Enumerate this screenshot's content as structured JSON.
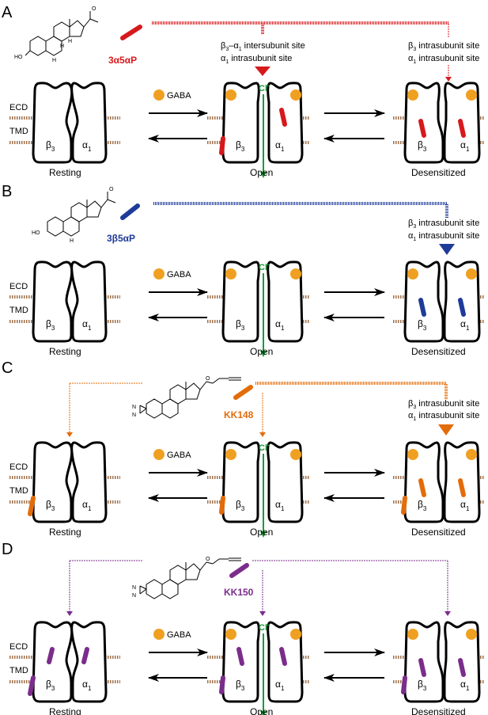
{
  "colors": {
    "red": "#d7191c",
    "blue": "#1f3b99",
    "orange": "#e36c0a",
    "purple": "#7b2d8b",
    "gaba": "#f0a020",
    "chloride": "#1a9a3a",
    "membrane": "#a0704a"
  },
  "common": {
    "ecd": "ECD",
    "tmd": "TMD",
    "beta": "β",
    "alpha": "α",
    "sub3": "3",
    "sub1": "1",
    "gaba": "GABA",
    "cl": "Cl",
    "cl_sup": "-",
    "resting": "Resting",
    "open": "Open",
    "desensitized": "Desensitized"
  },
  "panels": [
    {
      "letter": "A",
      "steroid": "3α5αP",
      "site_open_line1_pre": "β",
      "site_open_line1_post": "–α",
      "site_open_line1_end": " intersubunit site",
      "site_open_line2_pre": "α",
      "site_open_line2_end": " intrasubunit site",
      "site_des_line1_pre": "β",
      "site_des_line1_end": " intrasubunit site",
      "site_des_line2_pre": "α",
      "site_des_line2_end": " intrasubunit site"
    },
    {
      "letter": "B",
      "steroid": "3β5αP",
      "site_des_line1_pre": "β",
      "site_des_line1_end": " intrasubunit site",
      "site_des_line2_pre": "α",
      "site_des_line2_end": " intrasubunit site"
    },
    {
      "letter": "C",
      "steroid": "KK148",
      "site_des_line1_pre": "β",
      "site_des_line1_end": " intrasubunit site",
      "site_des_line2_pre": "α",
      "site_des_line2_end": " intrasubunit site"
    },
    {
      "letter": "D",
      "steroid": "KK150"
    }
  ],
  "chem": {
    "h": "H",
    "ho": "HO",
    "o": "O",
    "n": "N"
  }
}
